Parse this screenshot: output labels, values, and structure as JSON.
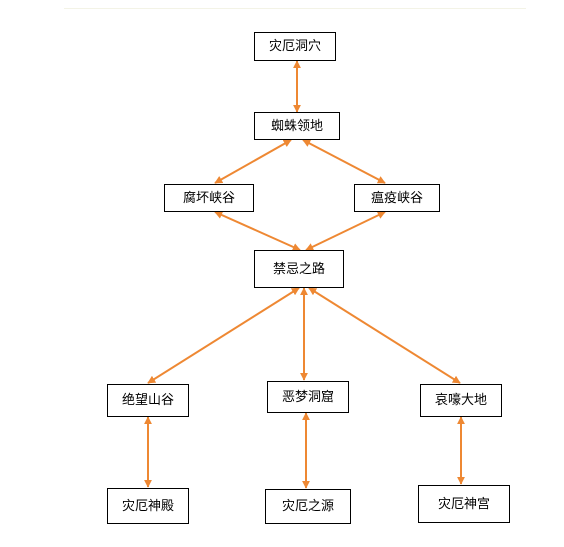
{
  "nodes": {
    "cave": "灾厄洞穴",
    "spider": "蜘蛛领地",
    "rot": "腐坏峡谷",
    "plague": "瘟疫峡谷",
    "road": "禁忌之路",
    "despair": "绝望山谷",
    "nightmare": "恶梦洞窟",
    "wail": "哀嚎大地",
    "temple": "灾厄神殿",
    "source": "灾厄之源",
    "palace": "灾厄神宫"
  },
  "colors": {
    "arrow": "#ee8833",
    "node_border": "#000000",
    "text": "#000000"
  }
}
